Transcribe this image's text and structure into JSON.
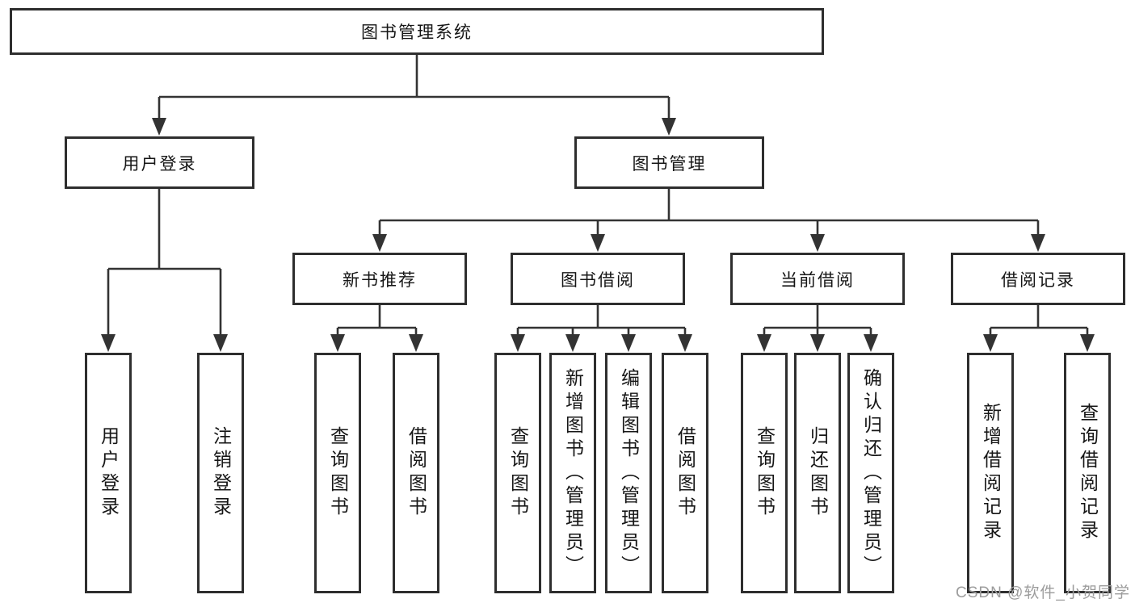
{
  "tree": {
    "label": "图书管理系统",
    "children": [
      {
        "label": "用户登录",
        "children": [
          {
            "label": "用户登录"
          },
          {
            "label": "注销登录"
          }
        ]
      },
      {
        "label": "图书管理",
        "children": [
          {
            "label": "新书推荐",
            "children": [
              {
                "label": "查询图书"
              },
              {
                "label": "借阅图书"
              }
            ]
          },
          {
            "label": "图书借阅",
            "children": [
              {
                "label": "查询图书"
              },
              {
                "label": "新增图书（管理员）"
              },
              {
                "label": "编辑图书（管理员）"
              },
              {
                "label": "借阅图书"
              }
            ]
          },
          {
            "label": "当前借阅",
            "children": [
              {
                "label": "查询图书"
              },
              {
                "label": "归还图书"
              },
              {
                "label": "确认归还（管理员）"
              }
            ]
          },
          {
            "label": "借阅记录",
            "children": [
              {
                "label": "新增借阅记录"
              },
              {
                "label": "查询借阅记录"
              }
            ]
          }
        ]
      }
    ]
  },
  "watermark": "CSDN @软件_小贺同学",
  "colors": {
    "line": "#333333",
    "box_border": "#2e2e2e",
    "text": "#161616",
    "background": "#ffffff",
    "watermark": "#9c9c9c"
  }
}
